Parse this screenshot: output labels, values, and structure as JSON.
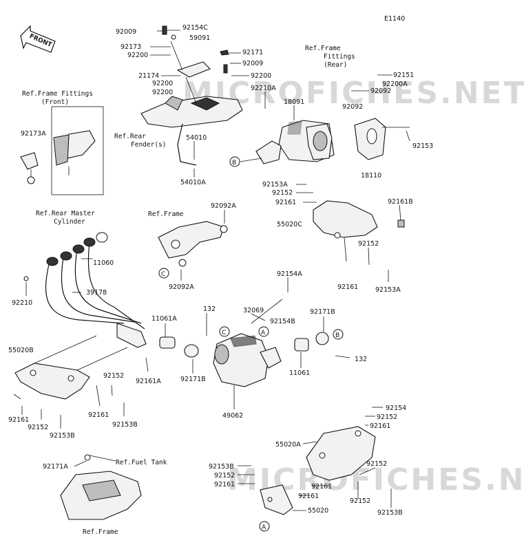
{
  "diagram_code": "E1140",
  "watermark": "MICROFICHES.NET",
  "front_label": "FRONT",
  "refs": {
    "frame_fittings_front_1": "Ref.Frame Fittings",
    "frame_fittings_front_2": "(Front)",
    "frame_fittings_rear_1": "Ref.Frame",
    "frame_fittings_rear_2": "Fittings",
    "frame_fittings_rear_3": "(Rear)",
    "rear_fender_1": "Ref.Rear",
    "rear_fender_2": "Fender(s)",
    "rear_master_1": "Ref.Rear Master",
    "rear_master_2": "Cylinder",
    "frame_mid": "Ref.Frame",
    "fuel_tank": "Ref.Fuel Tank",
    "frame_bottom": "Ref.Frame"
  },
  "callout_letters": [
    "A",
    "B",
    "C"
  ],
  "part_numbers": [
    {
      "id": "p1",
      "text": "92009"
    },
    {
      "id": "p2",
      "text": "92154C"
    },
    {
      "id": "p3",
      "text": "59091"
    },
    {
      "id": "p4",
      "text": "92173"
    },
    {
      "id": "p5",
      "text": "92200"
    },
    {
      "id": "p6",
      "text": "92171"
    },
    {
      "id": "p7",
      "text": "92009"
    },
    {
      "id": "p8",
      "text": "21174"
    },
    {
      "id": "p9",
      "text": "92200"
    },
    {
      "id": "p10",
      "text": "92200"
    },
    {
      "id": "p11",
      "text": "92200"
    },
    {
      "id": "p12",
      "text": "92210A"
    },
    {
      "id": "p13",
      "text": "92151"
    },
    {
      "id": "p14",
      "text": "92200A"
    },
    {
      "id": "p15",
      "text": "92092"
    },
    {
      "id": "p16",
      "text": "92092"
    },
    {
      "id": "p17",
      "text": "18091"
    },
    {
      "id": "p18",
      "text": "92153"
    },
    {
      "id": "p19",
      "text": "18110"
    },
    {
      "id": "p20",
      "text": "92173A"
    },
    {
      "id": "p21",
      "text": "54010"
    },
    {
      "id": "p22",
      "text": "54010A"
    },
    {
      "id": "p23",
      "text": "92153A"
    },
    {
      "id": "p24",
      "text": "92152"
    },
    {
      "id": "p25",
      "text": "92161"
    },
    {
      "id": "p26",
      "text": "92161B"
    },
    {
      "id": "p27",
      "text": "55020C"
    },
    {
      "id": "p28",
      "text": "92092A"
    },
    {
      "id": "p29",
      "text": "92152"
    },
    {
      "id": "p30",
      "text": "92161"
    },
    {
      "id": "p31",
      "text": "92153A"
    },
    {
      "id": "p32",
      "text": "11060"
    },
    {
      "id": "p33",
      "text": "92092A"
    },
    {
      "id": "p34",
      "text": "92210"
    },
    {
      "id": "p35",
      "text": "39178"
    },
    {
      "id": "p36",
      "text": "92154A"
    },
    {
      "id": "p37",
      "text": "32069"
    },
    {
      "id": "p38",
      "text": "92154B"
    },
    {
      "id": "p39",
      "text": "92171B"
    },
    {
      "id": "p40",
      "text": "132"
    },
    {
      "id": "p41",
      "text": "11061A"
    },
    {
      "id": "p42",
      "text": "55020B"
    },
    {
      "id": "p43",
      "text": "92161A"
    },
    {
      "id": "p44",
      "text": "92171B"
    },
    {
      "id": "p45",
      "text": "132"
    },
    {
      "id": "p46",
      "text": "11061"
    },
    {
      "id": "p47",
      "text": "92152"
    },
    {
      "id": "p48",
      "text": "92161"
    },
    {
      "id": "p49",
      "text": "92153B"
    },
    {
      "id": "p50",
      "text": "92161"
    },
    {
      "id": "p51",
      "text": "92152"
    },
    {
      "id": "p52",
      "text": "92153B"
    },
    {
      "id": "p53",
      "text": "49062"
    },
    {
      "id": "p54",
      "text": "92154"
    },
    {
      "id": "p55",
      "text": "92152"
    },
    {
      "id": "p56",
      "text": "92161"
    },
    {
      "id": "p57",
      "text": "55020A"
    },
    {
      "id": "p58",
      "text": "92171A"
    },
    {
      "id": "p59",
      "text": "92153B"
    },
    {
      "id": "p60",
      "text": "92152"
    },
    {
      "id": "p61",
      "text": "92161"
    },
    {
      "id": "p62",
      "text": "92152"
    },
    {
      "id": "p63",
      "text": "92161"
    },
    {
      "id": "p64",
      "text": "92152"
    },
    {
      "id": "p65",
      "text": "92161"
    },
    {
      "id": "p66",
      "text": "92153B"
    },
    {
      "id": "p67",
      "text": "55020"
    }
  ]
}
